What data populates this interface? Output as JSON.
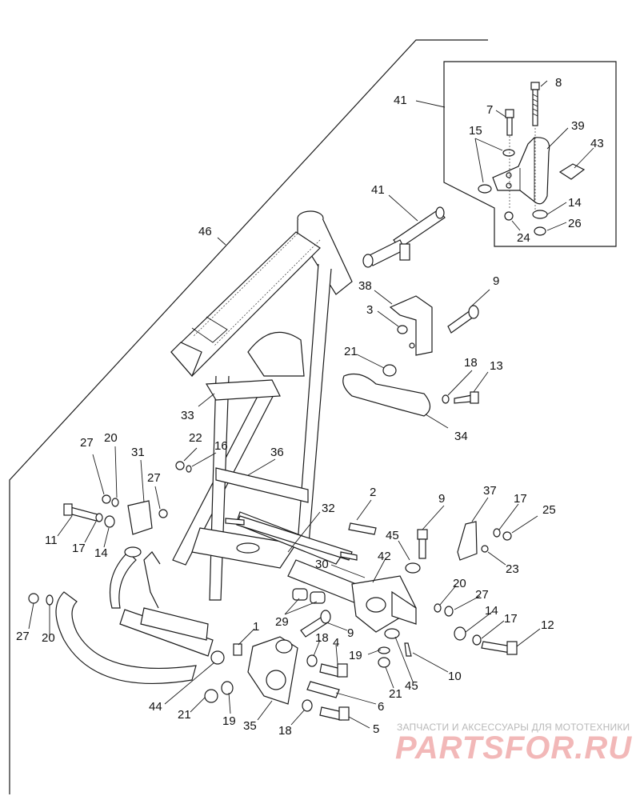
{
  "diagram": {
    "callouts": [
      {
        "id": "c8",
        "text": "8"
      },
      {
        "id": "c41a",
        "text": "41"
      },
      {
        "id": "c7",
        "text": "7"
      },
      {
        "id": "c39",
        "text": "39"
      },
      {
        "id": "c15",
        "text": "15"
      },
      {
        "id": "c43",
        "text": "43"
      },
      {
        "id": "c14a",
        "text": "14"
      },
      {
        "id": "c26",
        "text": "26"
      },
      {
        "id": "c24",
        "text": "24"
      },
      {
        "id": "c41b",
        "text": "41"
      },
      {
        "id": "c46",
        "text": "46"
      },
      {
        "id": "c38",
        "text": "38"
      },
      {
        "id": "c9a",
        "text": "9"
      },
      {
        "id": "c3",
        "text": "3"
      },
      {
        "id": "c21a",
        "text": "21"
      },
      {
        "id": "c18a",
        "text": "18"
      },
      {
        "id": "c13",
        "text": "13"
      },
      {
        "id": "c33",
        "text": "33"
      },
      {
        "id": "c34",
        "text": "34"
      },
      {
        "id": "c27a",
        "text": "27"
      },
      {
        "id": "c20a",
        "text": "20"
      },
      {
        "id": "c22",
        "text": "22"
      },
      {
        "id": "c16",
        "text": "16"
      },
      {
        "id": "c31",
        "text": "31"
      },
      {
        "id": "c36",
        "text": "36"
      },
      {
        "id": "c27b",
        "text": "27"
      },
      {
        "id": "c2",
        "text": "2"
      },
      {
        "id": "c37",
        "text": "37"
      },
      {
        "id": "c9b",
        "text": "9"
      },
      {
        "id": "c17a",
        "text": "17"
      },
      {
        "id": "c25",
        "text": "25"
      },
      {
        "id": "c32",
        "text": "32"
      },
      {
        "id": "c11",
        "text": "11"
      },
      {
        "id": "c17b",
        "text": "17"
      },
      {
        "id": "c14b",
        "text": "14"
      },
      {
        "id": "c45a",
        "text": "45"
      },
      {
        "id": "c42",
        "text": "42"
      },
      {
        "id": "c23",
        "text": "23"
      },
      {
        "id": "c30",
        "text": "30"
      },
      {
        "id": "c20b",
        "text": "20"
      },
      {
        "id": "c27c",
        "text": "27"
      },
      {
        "id": "c29",
        "text": "29"
      },
      {
        "id": "c14c",
        "text": "14"
      },
      {
        "id": "c17c",
        "text": "17"
      },
      {
        "id": "c12",
        "text": "12"
      },
      {
        "id": "c27d",
        "text": "27"
      },
      {
        "id": "c20c",
        "text": "20"
      },
      {
        "id": "c1",
        "text": "1"
      },
      {
        "id": "c9c",
        "text": "9"
      },
      {
        "id": "c18b",
        "text": "18"
      },
      {
        "id": "c4",
        "text": "4"
      },
      {
        "id": "c19a",
        "text": "19"
      },
      {
        "id": "c10",
        "text": "10"
      },
      {
        "id": "c21b",
        "text": "21"
      },
      {
        "id": "c45b",
        "text": "45"
      },
      {
        "id": "c44",
        "text": "44"
      },
      {
        "id": "c6",
        "text": "6"
      },
      {
        "id": "c21c",
        "text": "21"
      },
      {
        "id": "c19b",
        "text": "19"
      },
      {
        "id": "c35",
        "text": "35"
      },
      {
        "id": "c18c",
        "text": "18"
      },
      {
        "id": "c5",
        "text": "5"
      }
    ]
  },
  "watermark": {
    "tagline": "ЗАПЧАСТИ И АКСЕССУАРЫ ДЛЯ МОТОТЕХНИКИ",
    "logo": "PARTSFOR.RU"
  }
}
